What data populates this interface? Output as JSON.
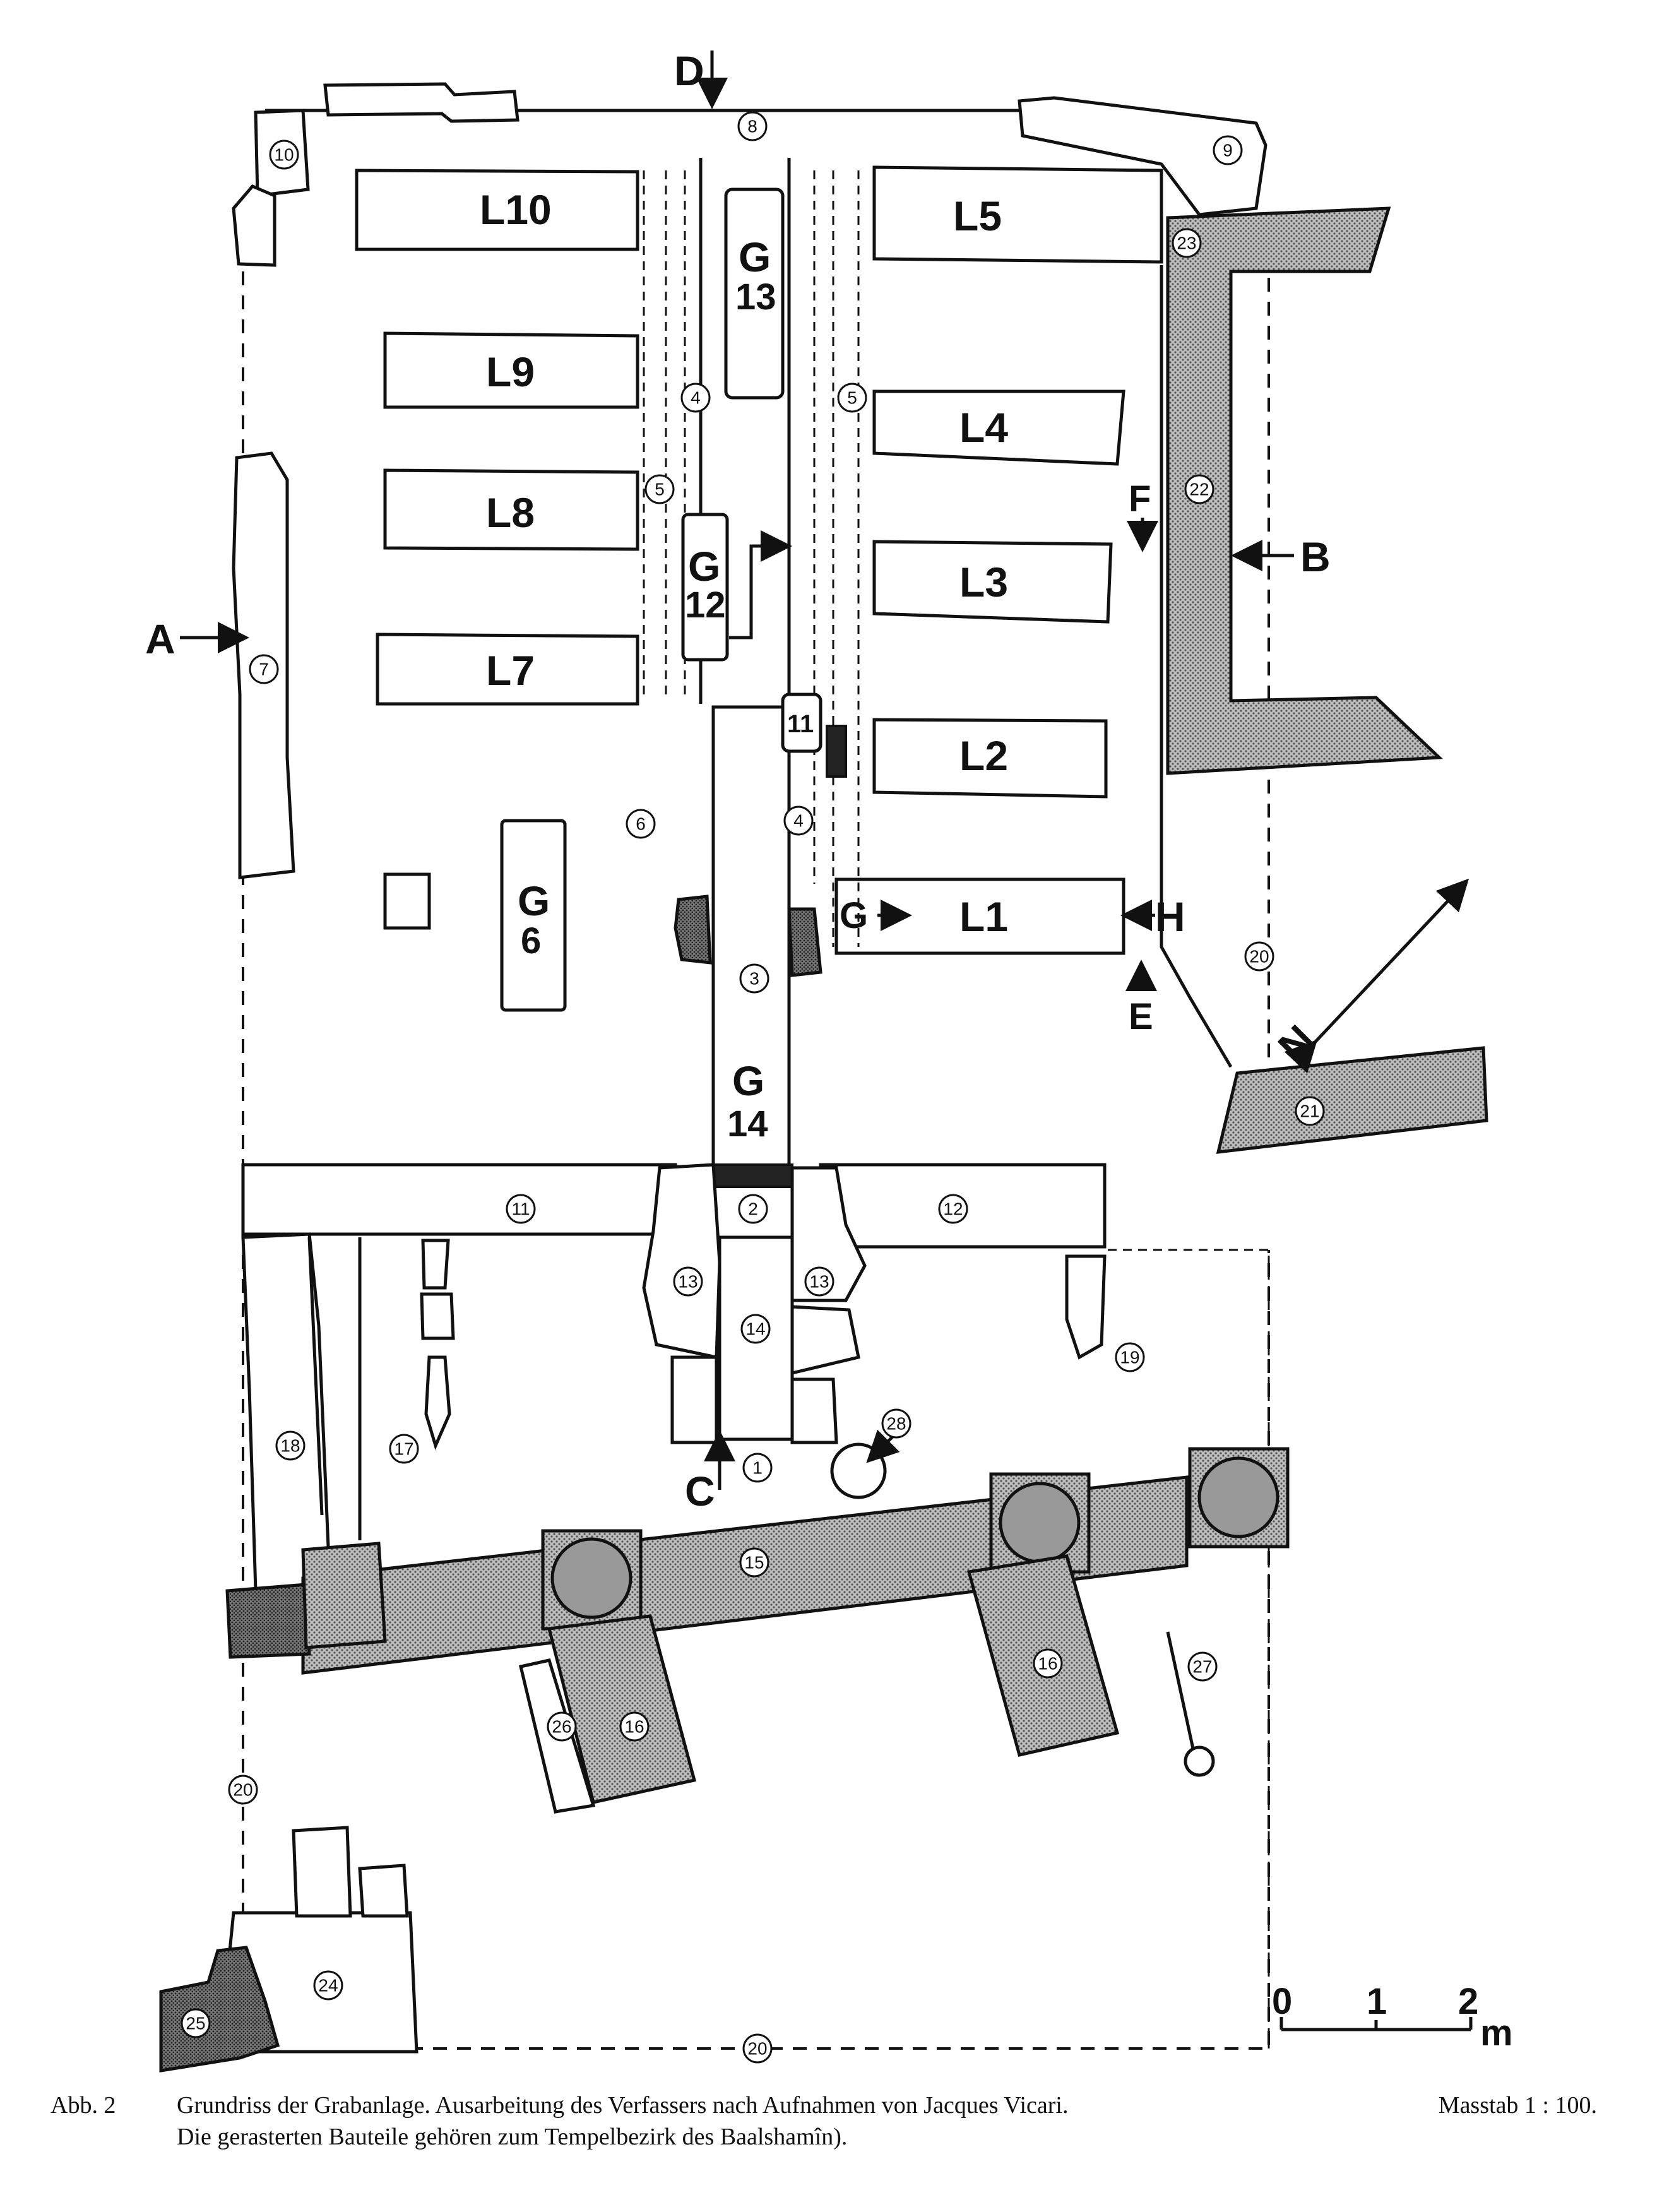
{
  "figure": {
    "rooms": [
      "L10",
      "L9",
      "L8",
      "L7",
      "L5",
      "L4",
      "L3",
      "L2",
      "L1"
    ],
    "graves": [
      {
        "id": "g13",
        "line1": "G",
        "line2": "13"
      },
      {
        "id": "g12",
        "line1": "G",
        "line2": "12"
      },
      {
        "id": "g6",
        "line1": "G",
        "line2": "6"
      },
      {
        "id": "g14",
        "line1": "G",
        "line2": "14"
      }
    ],
    "section_letters": {
      "a": "A",
      "b": "B",
      "c": "C",
      "d": "D",
      "e": "E",
      "f": "F",
      "g": "G",
      "h": "H"
    },
    "element_numbers": {
      "n1": "1",
      "n2": "2",
      "n3": "3",
      "n4a": "4",
      "n4b": "4",
      "n5a": "5",
      "n5b": "5",
      "n6": "6",
      "n7": "7",
      "n8": "8",
      "n9": "9",
      "n10": "10",
      "n11a": "11",
      "n11b": "11",
      "n12": "12",
      "n13a": "13",
      "n13b": "13",
      "n14": "14",
      "n15": "15",
      "n16a": "16",
      "n16b": "16",
      "n17": "17",
      "n18": "18",
      "n19": "19",
      "n20a": "20",
      "n20b": "20",
      "n20c": "20",
      "n21": "21",
      "n22": "22",
      "n23": "23",
      "n24": "24",
      "n25": "25",
      "n26": "26",
      "n27": "27",
      "n28": "28"
    },
    "north_label": "N",
    "scale_bar": {
      "ticks": [
        "0",
        "1",
        "2"
      ],
      "unit": "m"
    }
  },
  "caption": {
    "figure_number": "Abb. 2",
    "line1": "Grundriss der Grabanlage. Ausarbeitung des Verfassers nach Aufnahmen von Jacques Vicari.",
    "scale": "Masstab 1 : 100.",
    "line2": "Die gerasterten Bauteile gehören zum Tempelbezirk des Baalshamîn)."
  }
}
